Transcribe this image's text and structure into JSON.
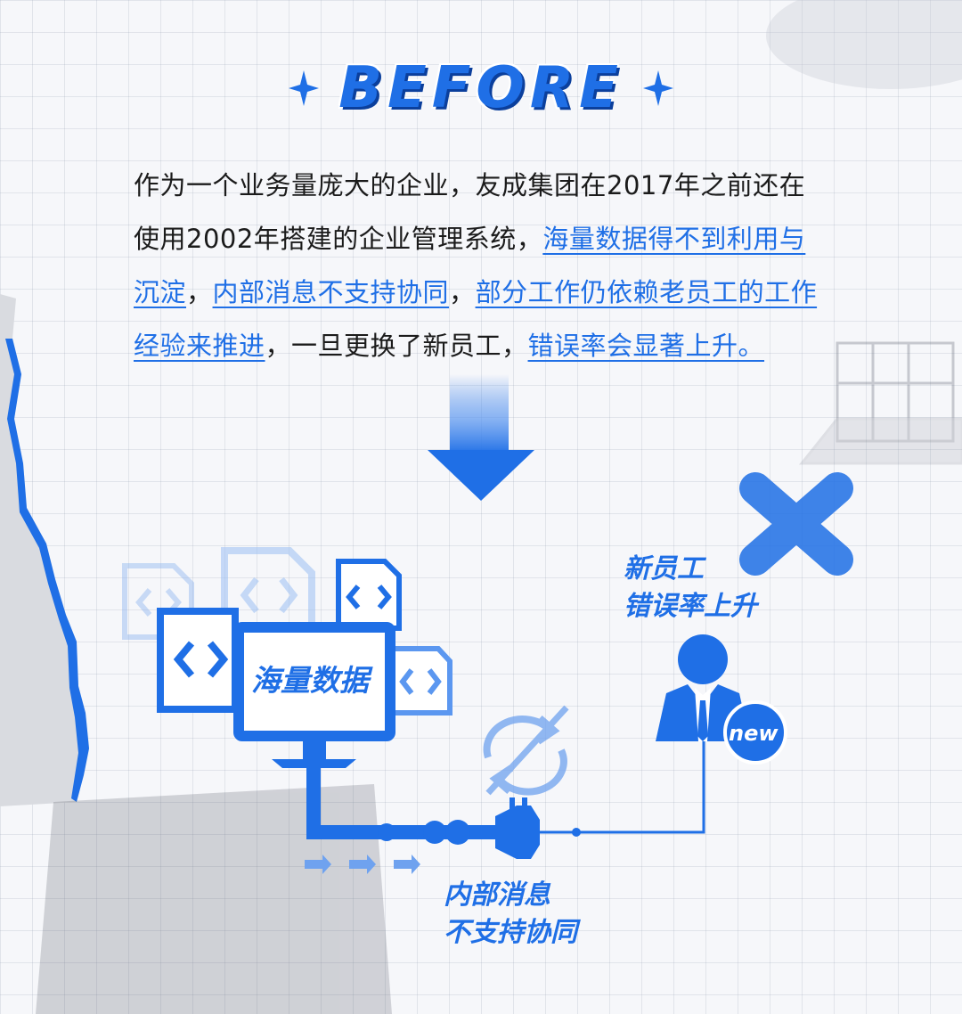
{
  "title": "BEFORE",
  "paragraph": [
    {
      "text": "作为一个业务量庞大的企业，友成集团在2017年之前还在使用2002年搭建的企业管理系统，",
      "hl": false
    },
    {
      "text": "海量数据得不到利用与沉淀",
      "hl": true
    },
    {
      "text": "，",
      "hl": false
    },
    {
      "text": "内部消息不支持协同",
      "hl": true
    },
    {
      "text": "，",
      "hl": false
    },
    {
      "text": "部分工作仍依赖老员工的工作经验来推进",
      "hl": true
    },
    {
      "text": "，一旦更换了新员工，",
      "hl": false
    },
    {
      "text": "错误率会显著上升。",
      "hl": true
    }
  ],
  "illustration": {
    "monitor_label": "海量数据",
    "employee_label_1": "新员工",
    "employee_label_2": "错误率上升",
    "badge": "new",
    "message_label_1": "内部消息",
    "message_label_2": "不支持协同"
  },
  "colors": {
    "accent": "#1f6fe6",
    "light_accent": "#a9c8f5",
    "text": "#1b1b1b"
  },
  "icons": [
    "sparkle-icon",
    "down-arrow-icon",
    "code-file-icon",
    "monitor-icon",
    "sync-disabled-icon",
    "plug-icon",
    "person-icon",
    "cross-icon",
    "right-arrow-icon"
  ]
}
